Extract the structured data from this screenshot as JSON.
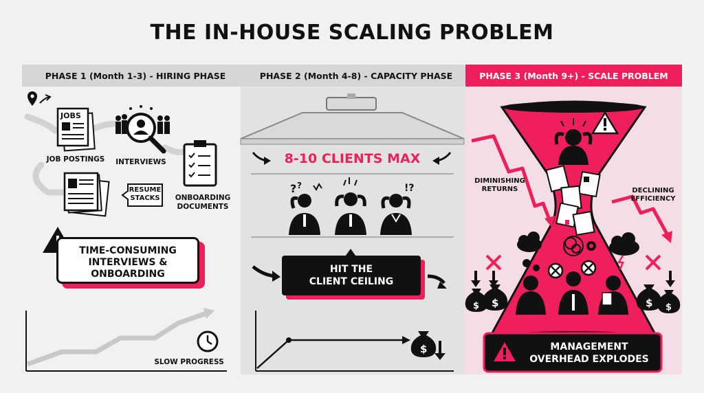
{
  "title": "THE IN-HOUSE SCALING PROBLEM",
  "colors": {
    "accent": "#ee1f5a",
    "dark": "#111111",
    "panel_gray": "#e2e2e2",
    "panel_pink": "#f4dde4"
  },
  "phases": [
    {
      "label": "PHASE 1 (Month 1-3) - HIRING PHASE"
    },
    {
      "label": "PHASE 2 (Month 4-8) - CAPACITY PHASE"
    },
    {
      "label": "PHASE 3 (Month 9+) - SCALE PROBLEM"
    }
  ],
  "phase1": {
    "jobs_label": "JOBS",
    "job_postings": "JOB POSTINGS",
    "interviews": "INTERVIEWS",
    "onboarding_documents": "ONBOARDING\nDOCUMENTS",
    "resume_stacks": "RESUME\nSTACKS",
    "callout": "TIME-CONSUMING\nINTERVIEWS &\nONBOARDING",
    "progress_label": "SLOW PROGRESS"
  },
  "phase2": {
    "capacity": "8-10 CLIENTS MAX",
    "callout": "HIT THE\nCLIENT CEILING"
  },
  "phase3": {
    "diminishing": "DIMINISHING\nRETURNS",
    "declining": "DECLINING\nEFFICIENCY",
    "callout": "MANAGEMENT\nOVERHEAD EXPLODES"
  }
}
